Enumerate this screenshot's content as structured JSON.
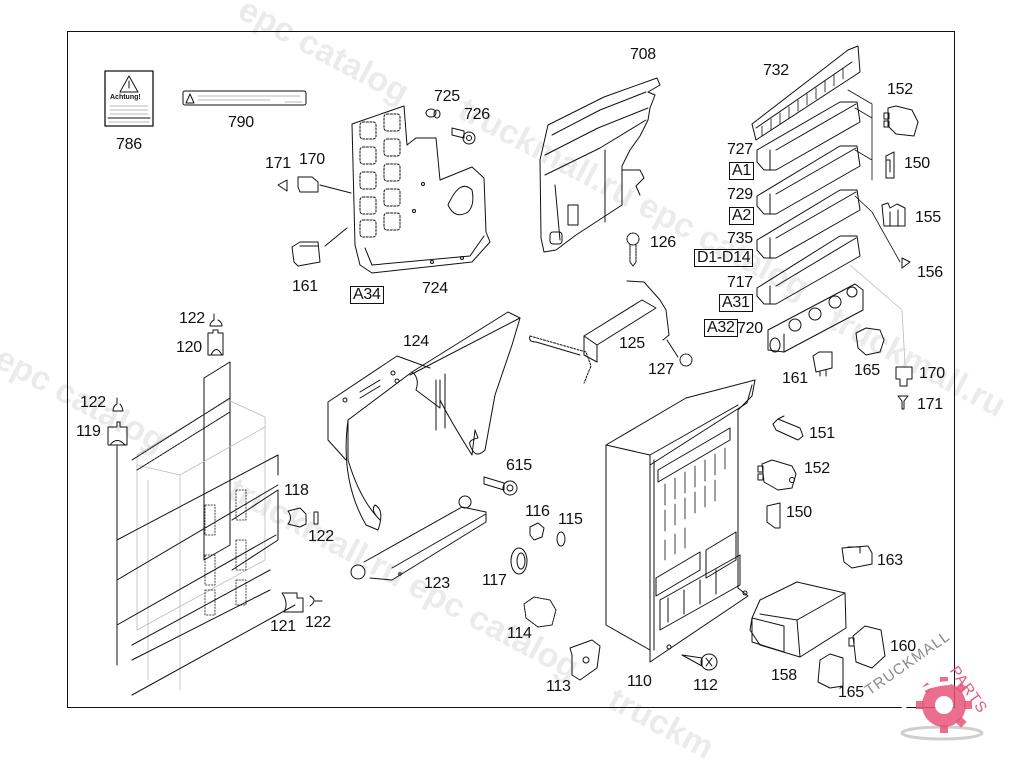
{
  "diagram": {
    "title": "Electrical center / relay & fuse box assembly",
    "colors": {
      "line": "#111111",
      "background": "#ffffff",
      "watermark": "#cccccc",
      "logo_accent": "#e8557a",
      "logo_gray": "#9a9a9a"
    },
    "part_labels": [
      {
        "id": "786",
        "text": "786"
      },
      {
        "id": "790",
        "text": "790"
      },
      {
        "id": "725",
        "text": "725"
      },
      {
        "id": "726",
        "text": "726"
      },
      {
        "id": "171a",
        "text": "171"
      },
      {
        "id": "170a",
        "text": "170"
      },
      {
        "id": "161a",
        "text": "161"
      },
      {
        "id": "724",
        "text": "724"
      },
      {
        "id": "708",
        "text": "708"
      },
      {
        "id": "126",
        "text": "126"
      },
      {
        "id": "732",
        "text": "732"
      },
      {
        "id": "152a",
        "text": "152"
      },
      {
        "id": "727",
        "text": "727"
      },
      {
        "id": "150a",
        "text": "150"
      },
      {
        "id": "729",
        "text": "729"
      },
      {
        "id": "155",
        "text": "155"
      },
      {
        "id": "735",
        "text": "735"
      },
      {
        "id": "156",
        "text": "156"
      },
      {
        "id": "717",
        "text": "717"
      },
      {
        "id": "720",
        "text": "720"
      },
      {
        "id": "161b",
        "text": "161"
      },
      {
        "id": "165a",
        "text": "165"
      },
      {
        "id": "170b",
        "text": "170"
      },
      {
        "id": "171b",
        "text": "171"
      },
      {
        "id": "122a",
        "text": "122"
      },
      {
        "id": "120",
        "text": "120"
      },
      {
        "id": "124",
        "text": "124"
      },
      {
        "id": "125",
        "text": "125"
      },
      {
        "id": "127",
        "text": "127"
      },
      {
        "id": "122b",
        "text": "122"
      },
      {
        "id": "119",
        "text": "119"
      },
      {
        "id": "118",
        "text": "118"
      },
      {
        "id": "122c",
        "text": "122"
      },
      {
        "id": "615",
        "text": "615"
      },
      {
        "id": "116",
        "text": "116"
      },
      {
        "id": "115",
        "text": "115"
      },
      {
        "id": "151",
        "text": "151"
      },
      {
        "id": "152b",
        "text": "152"
      },
      {
        "id": "150b",
        "text": "150"
      },
      {
        "id": "163",
        "text": "163"
      },
      {
        "id": "123",
        "text": "123"
      },
      {
        "id": "117",
        "text": "117"
      },
      {
        "id": "121",
        "text": "121"
      },
      {
        "id": "122d",
        "text": "122"
      },
      {
        "id": "114",
        "text": "114"
      },
      {
        "id": "113",
        "text": "113"
      },
      {
        "id": "110",
        "text": "110"
      },
      {
        "id": "112",
        "text": "112"
      },
      {
        "id": "158",
        "text": "158"
      },
      {
        "id": "160",
        "text": "160"
      },
      {
        "id": "165b",
        "text": "165"
      }
    ],
    "position_codes": [
      {
        "id": "A34",
        "text": "A34"
      },
      {
        "id": "A1",
        "text": "A1"
      },
      {
        "id": "A2",
        "text": "A2"
      },
      {
        "id": "D1-D14",
        "text": "D1-D14"
      },
      {
        "id": "A31",
        "text": "A31"
      },
      {
        "id": "A32",
        "text": "A32"
      }
    ],
    "warning_label": {
      "heading": "Achtung!"
    },
    "watermarks": [
      "epc catalog",
      "truckmall.ru epc catalog",
      "truckmall.ru",
      "l epc catalog",
      "truckmall.ru epc catalog",
      "truckm"
    ],
    "logo": {
      "text_dark": "TRUCKMALL",
      "text_accent": "PARTS"
    }
  }
}
